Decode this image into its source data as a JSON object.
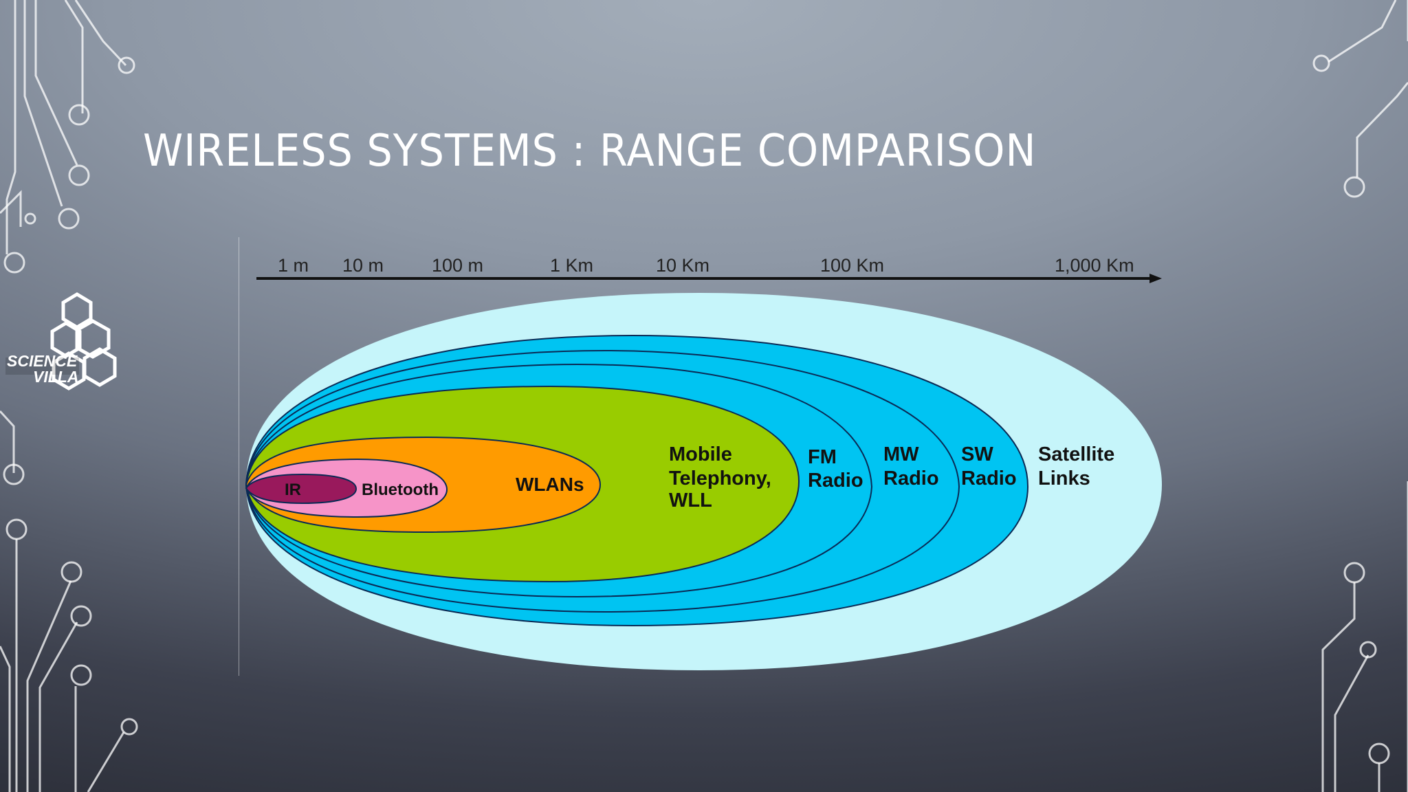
{
  "slide": {
    "title": "Wireless Systems : Range Comparison"
  },
  "logo": {
    "line1": "SCIENCE",
    "line2": "VILLA"
  },
  "scale": {
    "ticks": [
      "1 m",
      "10 m",
      "100 m",
      "1 Km",
      "10 Km",
      "100 Km",
      "1,000 Km"
    ]
  },
  "regions": {
    "ir": "IR",
    "bluetooth": "Bluetooth",
    "wlans": "WLANs",
    "mobile": [
      "Mobile",
      "Telephony,",
      "WLL"
    ],
    "fm": [
      "FM",
      "Radio"
    ],
    "mw": [
      "MW",
      "Radio"
    ],
    "sw": [
      "SW",
      "Radio"
    ],
    "satellite": [
      "Satellite",
      "Links"
    ]
  },
  "colors": {
    "satellite": "#c6f5fa",
    "radio": "#00c4f2",
    "mobile": "#99cc00",
    "wlan": "#ff9b00",
    "bluetooth": "#f694c8",
    "ir": "#99195c"
  }
}
